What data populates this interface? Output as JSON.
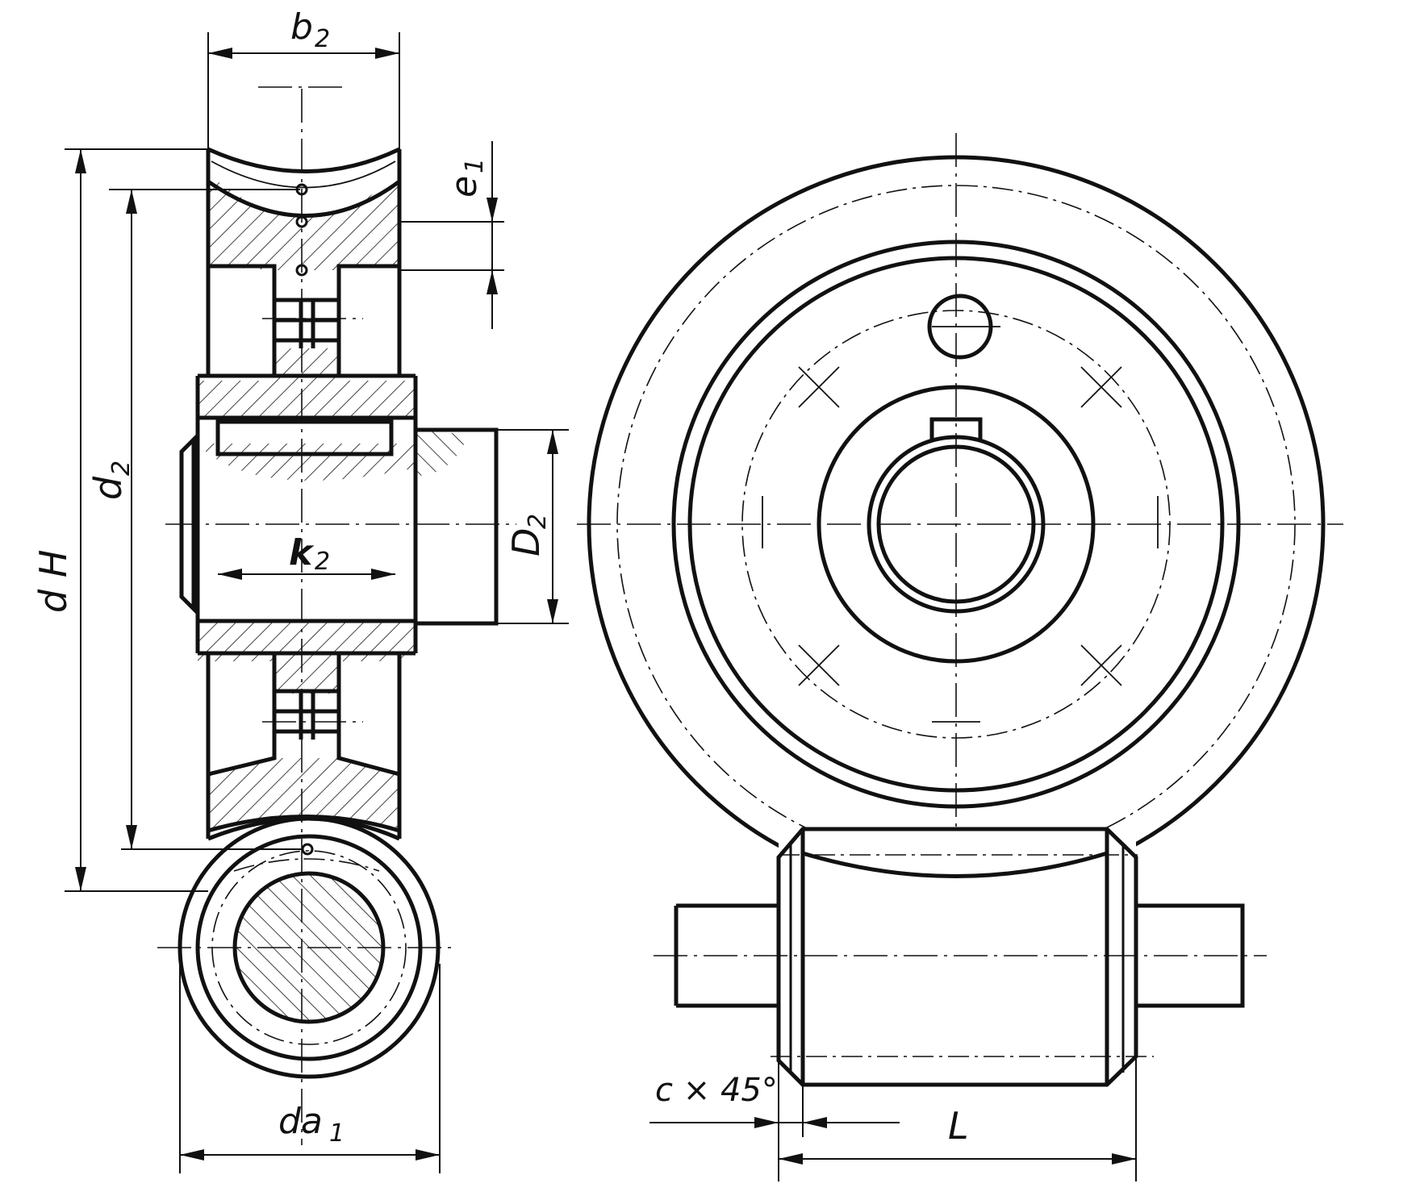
{
  "labels": {
    "b2": "b",
    "b2_sub": "2",
    "e1": "e",
    "e1_sub": "1",
    "d2": "d",
    "d2_sub": "2",
    "dH": "d H",
    "k2": "k",
    "k2_sub": "2",
    "D2": "D",
    "D2_sub": "2",
    "da1": "da",
    "da1_sub": "1",
    "chamfer": "c × 45°",
    "L": "L"
  },
  "colors": {
    "line": "#111111",
    "background": "#ffffff"
  }
}
